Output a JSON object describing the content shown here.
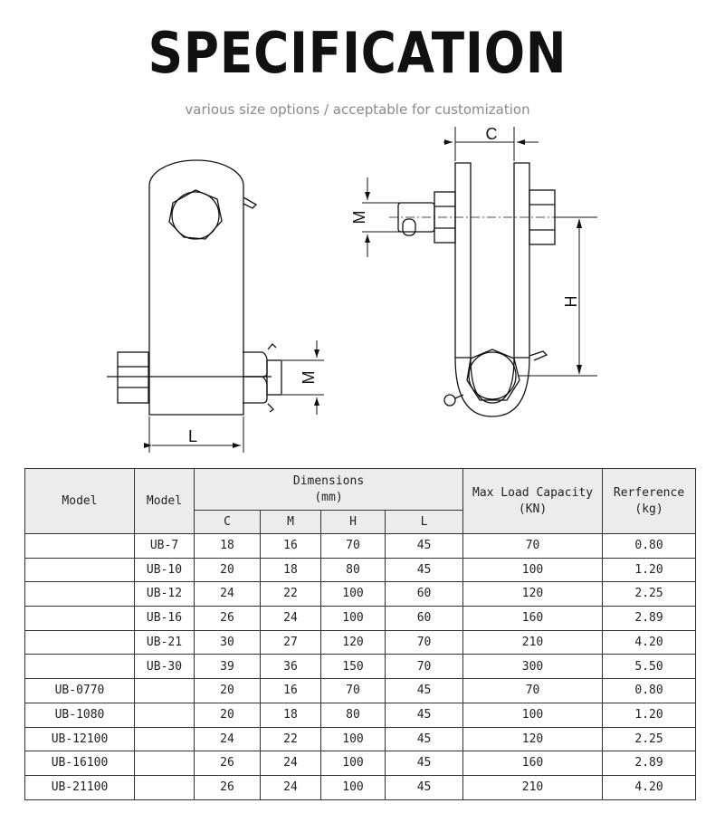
{
  "header": {
    "title": "SPECIFICATION",
    "subtitle": "various size options / acceptable for customization"
  },
  "diagram": {
    "labels": {
      "c": "C",
      "m": "M",
      "h": "H",
      "l": "L"
    }
  },
  "table": {
    "col_model": "Model",
    "col_model_ub": "Model",
    "dimensions_title": "Dimensions",
    "dimensions_unit": "(mm)",
    "dim_cols": [
      "C",
      "M",
      "H",
      "L"
    ],
    "load_title": "Max Load Capacity",
    "load_unit": "(KN)",
    "ref_title": "Rerference",
    "ref_unit": "(kg)",
    "rows": [
      {
        "model": "",
        "model2": "UB-7",
        "c": "18",
        "m": "16",
        "h": "70",
        "l": "45",
        "load": "70",
        "weight": "0.80"
      },
      {
        "model": "",
        "model2": "UB-10",
        "c": "20",
        "m": "18",
        "h": "80",
        "l": "45",
        "load": "100",
        "weight": "1.20"
      },
      {
        "model": "",
        "model2": "UB-12",
        "c": "24",
        "m": "22",
        "h": "100",
        "l": "60",
        "load": "120",
        "weight": "2.25"
      },
      {
        "model": "",
        "model2": "UB-16",
        "c": "26",
        "m": "24",
        "h": "100",
        "l": "60",
        "load": "160",
        "weight": "2.89"
      },
      {
        "model": "",
        "model2": "UB-21",
        "c": "30",
        "m": "27",
        "h": "120",
        "l": "70",
        "load": "210",
        "weight": "4.20"
      },
      {
        "model": "",
        "model2": "UB-30",
        "c": "39",
        "m": "36",
        "h": "150",
        "l": "70",
        "load": "300",
        "weight": "5.50"
      },
      {
        "model": "UB-0770",
        "model2": "",
        "c": "20",
        "m": "16",
        "h": "70",
        "l": "45",
        "load": "70",
        "weight": "0.80"
      },
      {
        "model": "UB-1080",
        "model2": "",
        "c": "20",
        "m": "18",
        "h": "80",
        "l": "45",
        "load": "100",
        "weight": "1.20"
      },
      {
        "model": "UB-12100",
        "model2": "",
        "c": "24",
        "m": "22",
        "h": "100",
        "l": "45",
        "load": "120",
        "weight": "2.25"
      },
      {
        "model": "UB-16100",
        "model2": "",
        "c": "26",
        "m": "24",
        "h": "100",
        "l": "45",
        "load": "160",
        "weight": "2.89"
      },
      {
        "model": "UB-21100",
        "model2": "",
        "c": "26",
        "m": "24",
        "h": "100",
        "l": "45",
        "load": "210",
        "weight": "4.20"
      }
    ]
  }
}
